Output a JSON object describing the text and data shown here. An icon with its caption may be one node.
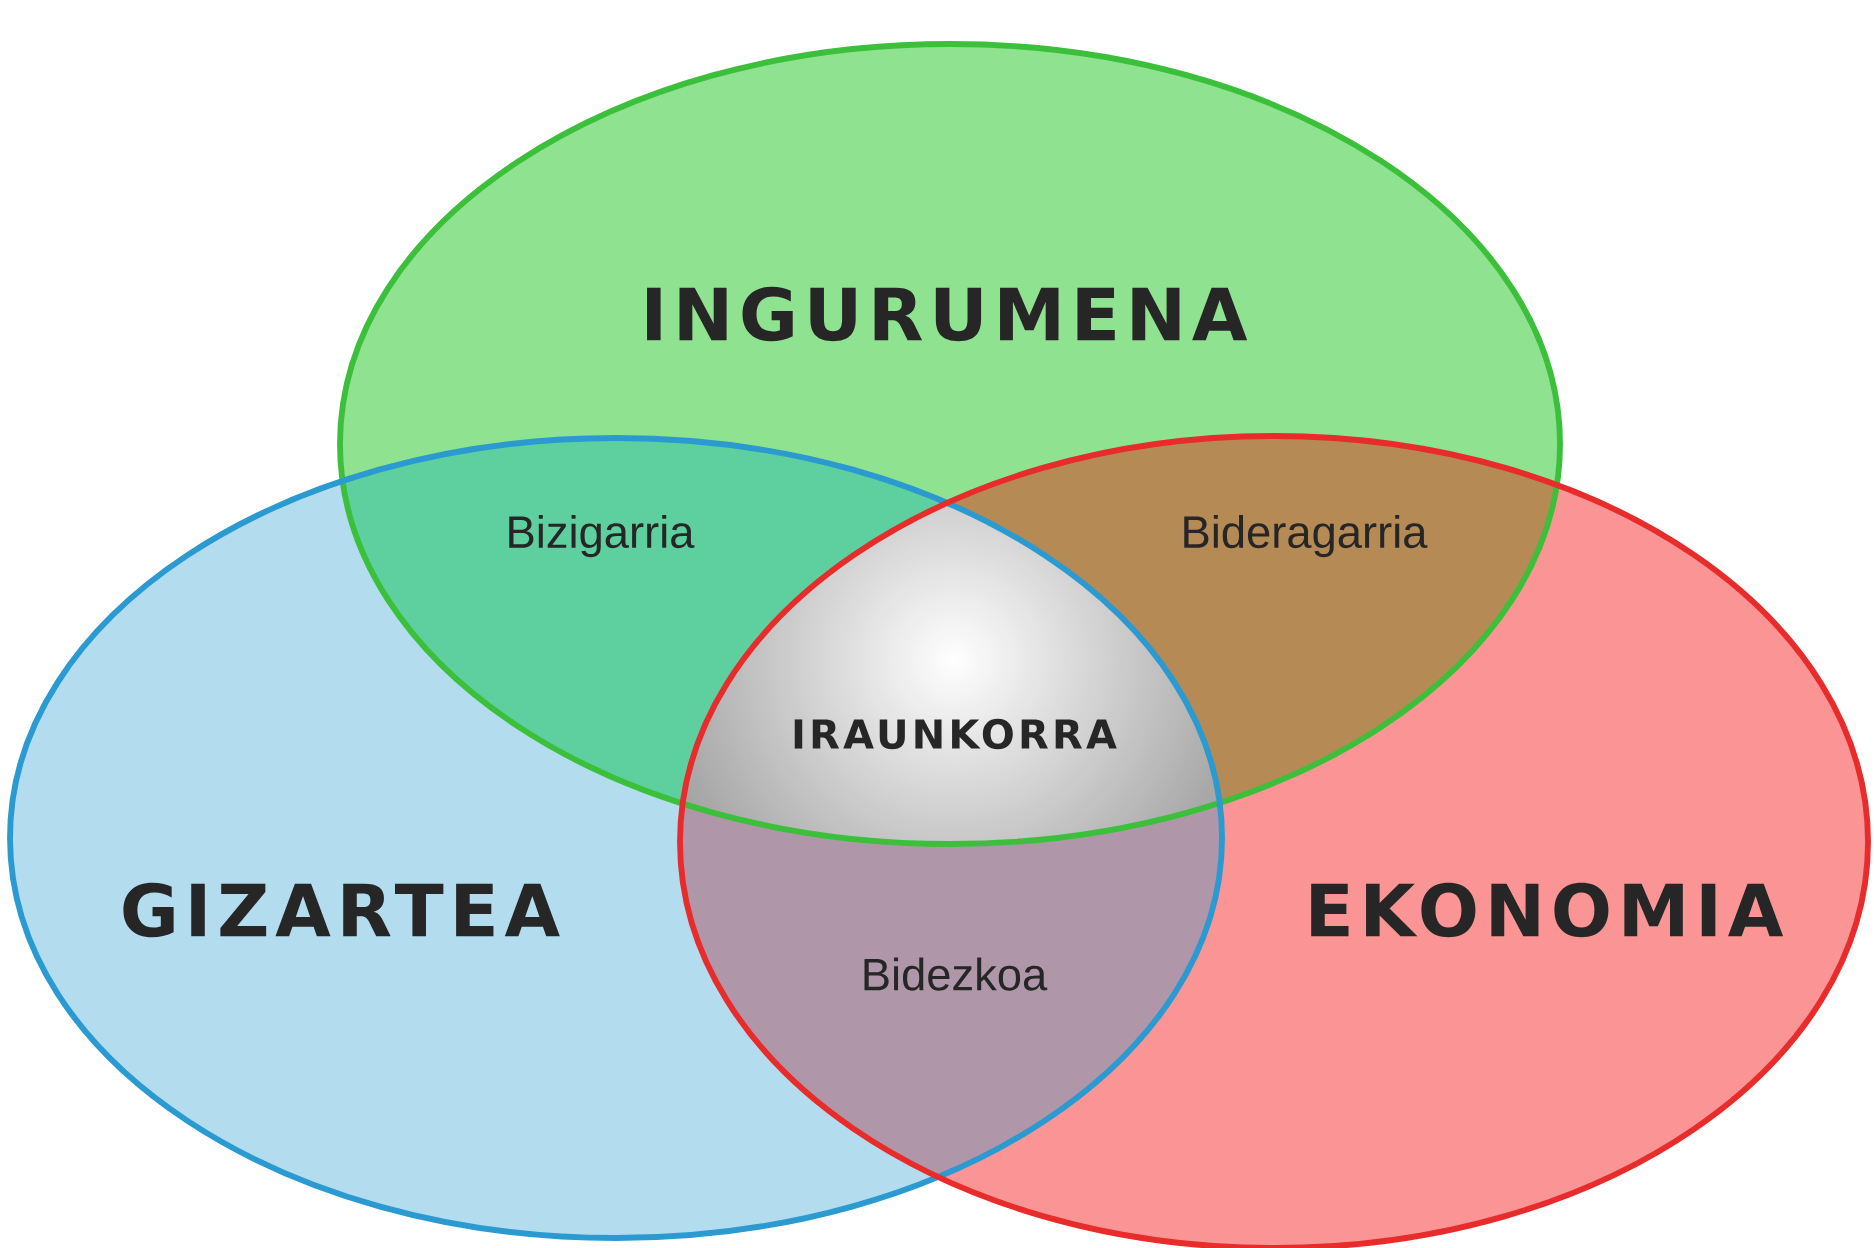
{
  "diagram": {
    "nodes": [
      {
        "text": [
          "INGURUMENA"
        ]
      },
      {
        "text": [
          "GIZARTEA"
        ]
      },
      {
        "text": [
          "EKONOMIA"
        ]
      }
    ],
    "labels": [
      "Bizigarria",
      "Bideragarria",
      "IRAUNKORRA",
      "Bidezkoa"
    ]
  }
}
